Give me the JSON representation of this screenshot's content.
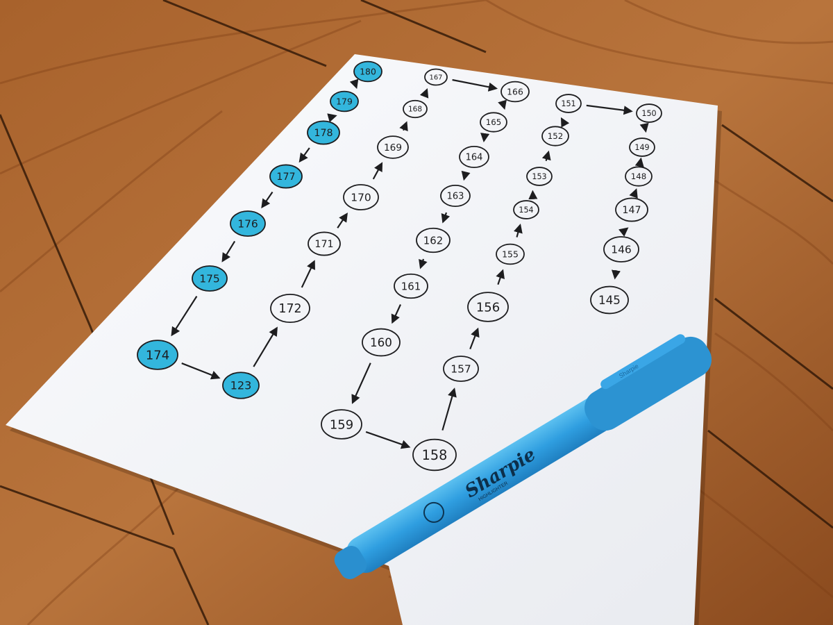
{
  "colors": {
    "floor_light": "#b8743c",
    "floor_mid": "#9a5726",
    "floor_dark": "#6e3512",
    "plank_seam": "#2e1606",
    "paper": "#f5f6f9",
    "ink": "#1d1d1f",
    "highlight": "#33b6dd",
    "marker_body": "#38a9e6",
    "marker_cap": "#2c93d2"
  },
  "marker": {
    "brand": "Sharpie",
    "subtext": "HIGHLIGHTER",
    "cap_text": "Sharpie"
  },
  "circles": [
    {
      "label": "180",
      "filled": true
    },
    {
      "label": "179",
      "filled": true
    },
    {
      "label": "178",
      "filled": true
    },
    {
      "label": "177",
      "filled": true
    },
    {
      "label": "176",
      "filled": true
    },
    {
      "label": "175",
      "filled": true
    },
    {
      "label": "174",
      "filled": true
    },
    {
      "label": "123",
      "filled": true
    },
    {
      "label": "172",
      "filled": false
    },
    {
      "label": "171",
      "filled": false
    },
    {
      "label": "170",
      "filled": false
    },
    {
      "label": "169",
      "filled": false
    },
    {
      "label": "168",
      "filled": false
    },
    {
      "label": "167",
      "filled": false
    },
    {
      "label": "166",
      "filled": false
    },
    {
      "label": "165",
      "filled": false
    },
    {
      "label": "164",
      "filled": false
    },
    {
      "label": "163",
      "filled": false
    },
    {
      "label": "162",
      "filled": false
    },
    {
      "label": "161",
      "filled": false
    },
    {
      "label": "160",
      "filled": false
    },
    {
      "label": "159",
      "filled": false
    },
    {
      "label": "158",
      "filled": false
    },
    {
      "label": "157",
      "filled": false
    },
    {
      "label": "156",
      "filled": false
    },
    {
      "label": "155",
      "filled": false
    },
    {
      "label": "154",
      "filled": false
    },
    {
      "label": "153",
      "filled": false
    },
    {
      "label": "152",
      "filled": false
    },
    {
      "label": "151",
      "filled": false
    },
    {
      "label": "150",
      "filled": false
    },
    {
      "label": "149",
      "filled": false
    },
    {
      "label": "148",
      "filled": false
    },
    {
      "label": "147",
      "filled": false
    },
    {
      "label": "146",
      "filled": false
    },
    {
      "label": "145",
      "filled": false
    }
  ]
}
